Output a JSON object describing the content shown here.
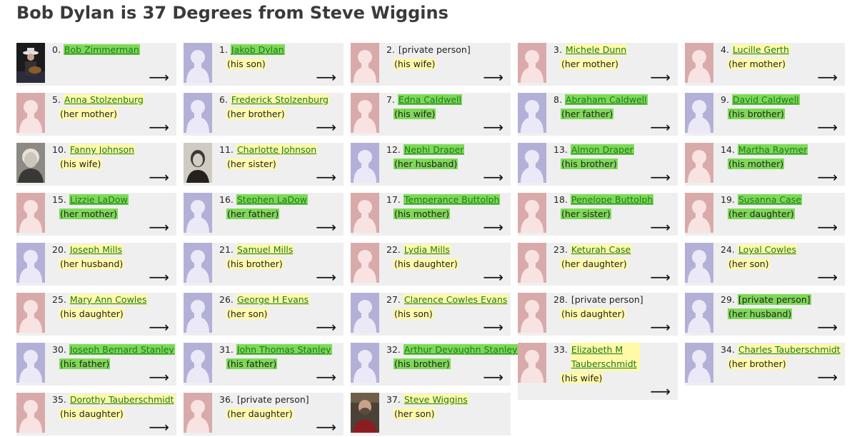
{
  "title": "Bob Dylan is 37 Degrees from Steve Wiggins",
  "arrow_glyph": "⟶",
  "cards": [
    {
      "num": "0.",
      "name": "Bob Zimmerman",
      "rel": "",
      "avatar": "photo-dylan",
      "nameHL": "green",
      "relHL": "none",
      "link": true
    },
    {
      "num": "1.",
      "name": "Jakob Dylan",
      "rel": "(his son)",
      "avatar": "male",
      "nameHL": "green",
      "relHL": "yellow",
      "link": true
    },
    {
      "num": "2.",
      "name": "[private person]",
      "rel": "(his wife)",
      "avatar": "female",
      "nameHL": "none",
      "relHL": "yellow",
      "link": false
    },
    {
      "num": "3.",
      "name": "Michele Dunn",
      "rel": "(her mother)",
      "avatar": "female",
      "nameHL": "yellow",
      "relHL": "yellow",
      "link": true
    },
    {
      "num": "4.",
      "name": "Lucille Gerth",
      "rel": "(her mother)",
      "avatar": "female",
      "nameHL": "yellow",
      "relHL": "yellow",
      "link": true
    },
    {
      "num": "5.",
      "name": "Anna Stolzenburg",
      "rel": "(her mother)",
      "avatar": "female",
      "nameHL": "yellow",
      "relHL": "yellow",
      "link": true
    },
    {
      "num": "6.",
      "name": "Frederick Stolzenburg",
      "rel": "(her brother)",
      "avatar": "male",
      "nameHL": "yellow",
      "relHL": "yellow",
      "link": true
    },
    {
      "num": "7.",
      "name": "Edna Caldwell",
      "rel": "(his wife)",
      "avatar": "female",
      "nameHL": "green",
      "relHL": "green",
      "link": true
    },
    {
      "num": "8.",
      "name": "Abraham Caldwell",
      "rel": "(her father)",
      "avatar": "male",
      "nameHL": "green",
      "relHL": "green",
      "link": true
    },
    {
      "num": "9.",
      "name": "David Caldwell",
      "rel": "(his brother)",
      "avatar": "male",
      "nameHL": "green",
      "relHL": "green",
      "link": true
    },
    {
      "num": "10.",
      "name": "Fanny Johnson",
      "rel": "(his wife)",
      "avatar": "photo-old-woman",
      "nameHL": "yellow",
      "relHL": "yellow",
      "link": true
    },
    {
      "num": "11.",
      "name": "Charlotte Johnson",
      "rel": "(her sister)",
      "avatar": "photo-victorian",
      "nameHL": "yellow",
      "relHL": "yellow",
      "link": true
    },
    {
      "num": "12.",
      "name": "Nephi Draper",
      "rel": "(her husband)",
      "avatar": "male",
      "nameHL": "green",
      "relHL": "green",
      "link": true
    },
    {
      "num": "13.",
      "name": "Almon Draper",
      "rel": "(his brother)",
      "avatar": "male",
      "nameHL": "green",
      "relHL": "green",
      "link": true
    },
    {
      "num": "14.",
      "name": "Martha Raymer",
      "rel": "(his mother)",
      "avatar": "female",
      "nameHL": "green",
      "relHL": "green",
      "link": true
    },
    {
      "num": "15.",
      "name": "Lizzie LaDow",
      "rel": "(her mother)",
      "avatar": "female",
      "nameHL": "green",
      "relHL": "green",
      "link": true
    },
    {
      "num": "16.",
      "name": "Stephen LaDow",
      "rel": "(her father)",
      "avatar": "male",
      "nameHL": "green",
      "relHL": "green",
      "link": true
    },
    {
      "num": "17.",
      "name": "Temperance Buttolph",
      "rel": "(his mother)",
      "avatar": "female",
      "nameHL": "green",
      "relHL": "green",
      "link": true
    },
    {
      "num": "18.",
      "name": "Penelope Buttolph",
      "rel": "(her sister)",
      "avatar": "female",
      "nameHL": "green",
      "relHL": "green",
      "link": true
    },
    {
      "num": "19.",
      "name": "Susanna Case",
      "rel": "(her daughter)",
      "avatar": "female",
      "nameHL": "green",
      "relHL": "green",
      "link": true
    },
    {
      "num": "20.",
      "name": "Joseph Mills",
      "rel": "(her husband)",
      "avatar": "male",
      "nameHL": "yellow",
      "relHL": "yellow",
      "link": true
    },
    {
      "num": "21.",
      "name": "Samuel Mills",
      "rel": "(his brother)",
      "avatar": "male",
      "nameHL": "yellow",
      "relHL": "yellow",
      "link": true
    },
    {
      "num": "22.",
      "name": "Lydia Mills",
      "rel": "(his daughter)",
      "avatar": "female",
      "nameHL": "yellow",
      "relHL": "yellow",
      "link": true
    },
    {
      "num": "23.",
      "name": "Keturah Case",
      "rel": "(her daughter)",
      "avatar": "female",
      "nameHL": "yellow",
      "relHL": "yellow",
      "link": true
    },
    {
      "num": "24.",
      "name": "Loyal Cowles",
      "rel": "(her son)",
      "avatar": "male",
      "nameHL": "yellow",
      "relHL": "yellow",
      "link": true
    },
    {
      "num": "25.",
      "name": "Mary Ann Cowles",
      "rel": "(his daughter)",
      "avatar": "female",
      "nameHL": "yellow",
      "relHL": "yellow",
      "link": true
    },
    {
      "num": "26.",
      "name": "George H Evans",
      "rel": "(her son)",
      "avatar": "male",
      "nameHL": "yellow",
      "relHL": "yellow",
      "link": true
    },
    {
      "num": "27.",
      "name": "Clarence Cowles Evans",
      "rel": "(his son)",
      "avatar": "male",
      "nameHL": "yellow",
      "relHL": "yellow",
      "link": true
    },
    {
      "num": "28.",
      "name": "[private person]",
      "rel": "(his daughter)",
      "avatar": "female",
      "nameHL": "none",
      "relHL": "yellow",
      "link": false
    },
    {
      "num": "29.",
      "name": "[private person]",
      "rel": "(her husband)",
      "avatar": "male",
      "nameHL": "green",
      "relHL": "green",
      "link": false
    },
    {
      "num": "30.",
      "name": "Joseph Bernard Stanley",
      "rel": "(his father)",
      "avatar": "male",
      "nameHL": "green",
      "relHL": "green",
      "link": true
    },
    {
      "num": "31.",
      "name": "John Thomas Stanley",
      "rel": "(his father)",
      "avatar": "male",
      "nameHL": "green",
      "relHL": "green",
      "link": true
    },
    {
      "num": "32.",
      "name": "Arthur Devaughn Stanley",
      "rel": "(his brother)",
      "avatar": "male",
      "nameHL": "green",
      "relHL": "green",
      "link": true
    },
    {
      "num": "33.",
      "name": "Elizabeth M Tauberschmidt",
      "rel": "(his wife)",
      "avatar": "female",
      "nameHL": "yellow",
      "relHL": "yellow",
      "link": true,
      "wrap": true
    },
    {
      "num": "34.",
      "name": "Charles Tauberschmidt",
      "rel": "(her brother)",
      "avatar": "male",
      "nameHL": "yellow",
      "relHL": "yellow",
      "link": true
    },
    {
      "num": "35.",
      "name": "Dorothy Tauberschmidt",
      "rel": "(his daughter)",
      "avatar": "female",
      "nameHL": "yellow",
      "relHL": "yellow",
      "link": true
    },
    {
      "num": "36.",
      "name": "[private person]",
      "rel": "(her daughter)",
      "avatar": "female",
      "nameHL": "none",
      "relHL": "yellow",
      "link": false
    },
    {
      "num": "37.",
      "name": "Steve Wiggins",
      "rel": "(her son)",
      "avatar": "photo-wiggins",
      "nameHL": "yellow",
      "relHL": "yellow",
      "link": true,
      "noArrow": true
    }
  ]
}
